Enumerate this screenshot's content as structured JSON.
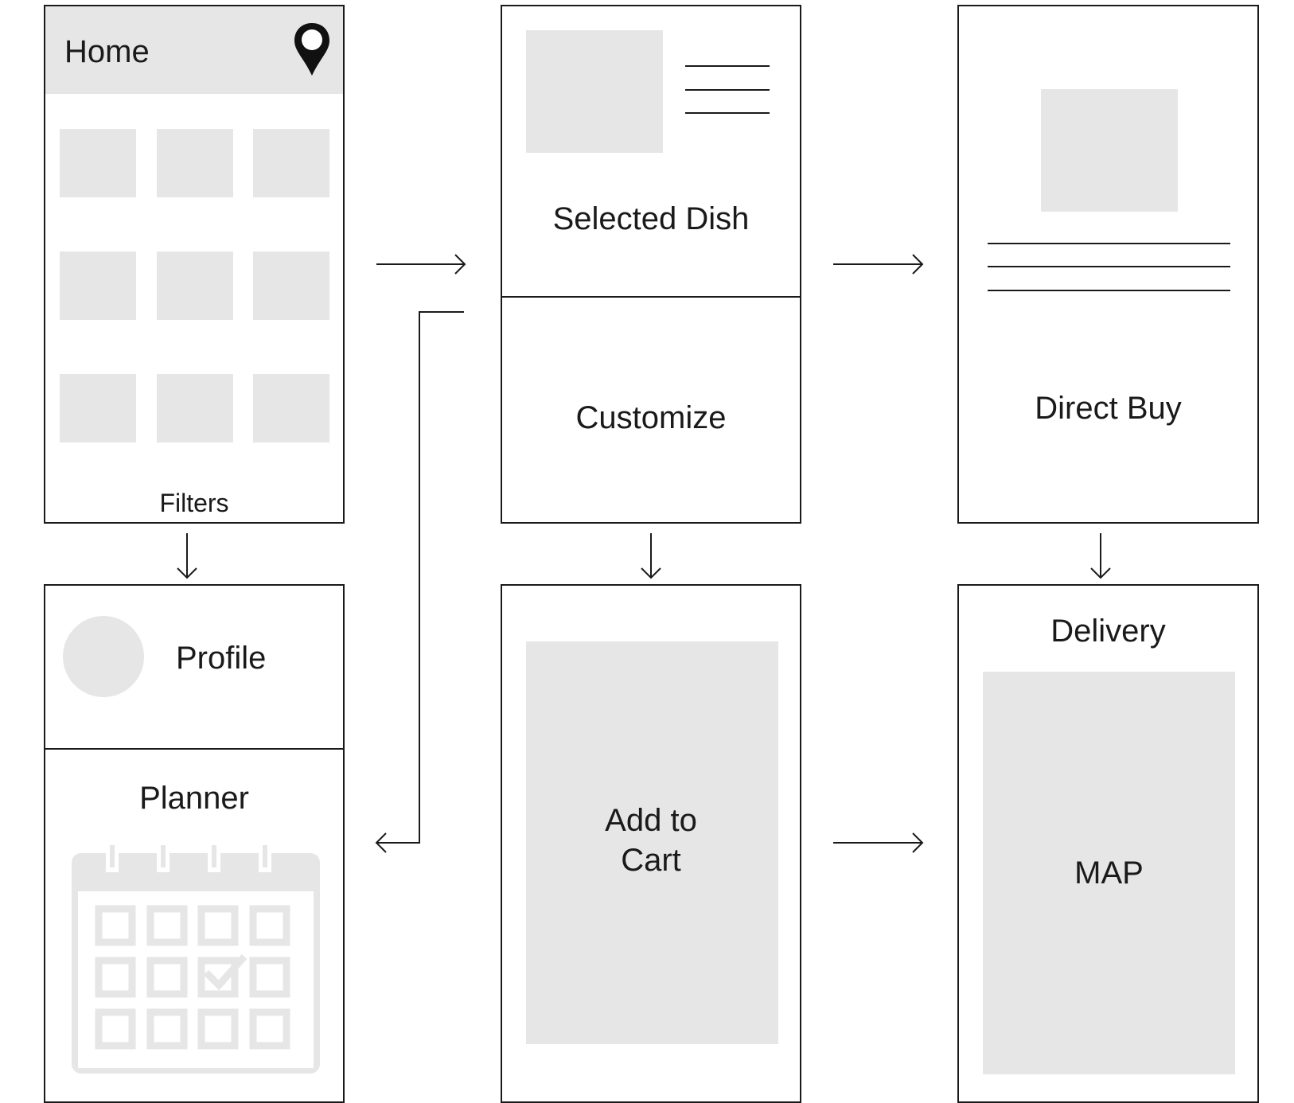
{
  "screens": {
    "home": {
      "title": "Home",
      "footer": "Filters",
      "location_icon": "map-pin-icon"
    },
    "selected_dish": {
      "title": "Selected Dish",
      "section": "Customize"
    },
    "direct_buy": {
      "title": "Direct Buy"
    },
    "profile": {
      "title": "Profile",
      "section": "Planner",
      "calendar_icon": "calendar-icon"
    },
    "add_to_cart": {
      "title_line1": "Add to",
      "title_line2": "Cart"
    },
    "delivery": {
      "title": "Delivery",
      "map_label": "MAP"
    }
  },
  "colors": {
    "stroke": "#1a1a1a",
    "placeholder": "#e6e6e6",
    "icon_muted": "#e6e6e6"
  }
}
